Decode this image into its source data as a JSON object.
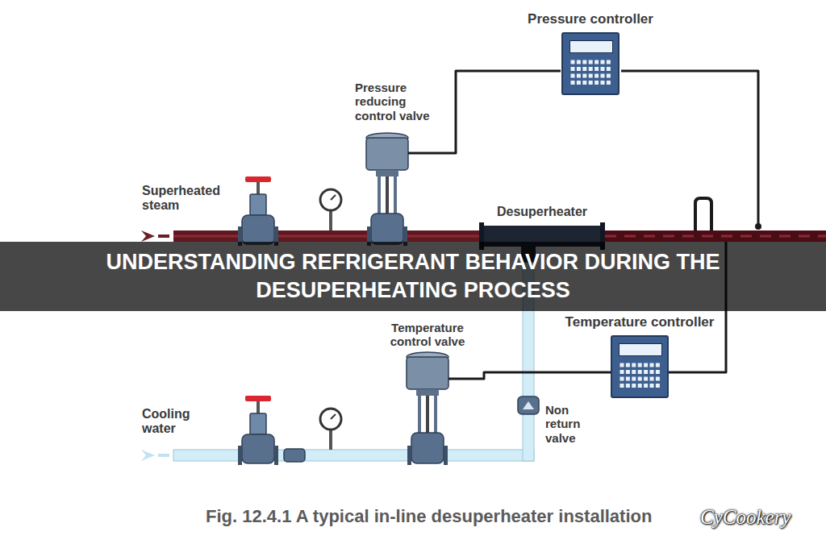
{
  "diagram": {
    "title": "UNDERSTANDING REFRIGERANT BEHAVIOR DURING THE DESUPERHEATING PROCESS",
    "caption": "Fig. 12.4.1 A typical in-line desuperheater installation",
    "nodes": [
      {
        "text": [
          "Pressure controller"
        ]
      },
      {
        "text": [
          "Temperature controller"
        ]
      }
    ],
    "labels": [
      "Superheated steam",
      "Pressure reducing control valve",
      "Desuperheater",
      "Temperature control valve",
      "Cooling water",
      "Non return valve",
      "CyCookery"
    ]
  }
}
